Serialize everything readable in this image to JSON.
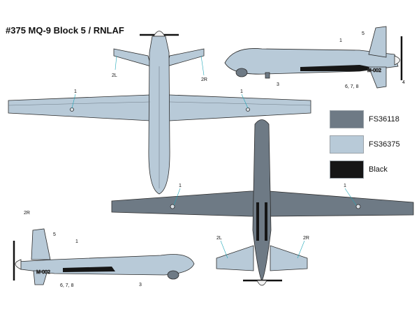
{
  "title": "#375 MQ-9 Block 5 / RNLAF",
  "legend": [
    {
      "code": "FS36118",
      "color": "#6e7a85"
    },
    {
      "code": "FS36375",
      "color": "#b8cad8"
    },
    {
      "code": "Black",
      "color": "#161616"
    }
  ],
  "serial": "M-002",
  "callouts": {
    "c1": "1",
    "c2l": "2L",
    "c2r": "2R",
    "c2r_side": "2R",
    "c3": "3",
    "c4": "4",
    "c5": "5",
    "c678": "6, 7, 8"
  }
}
